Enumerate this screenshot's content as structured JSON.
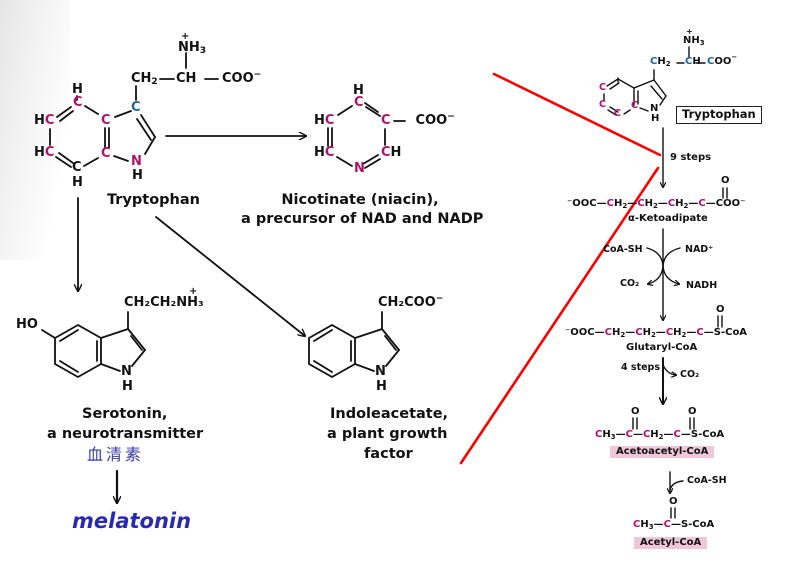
{
  "diagram": {
    "title": "Tryptophan metabolism",
    "left_panel": {
      "tryptophan": {
        "label": "Tryptophan",
        "nh3": "NH",
        "nh3_sub": "3",
        "charge_plus": "+",
        "side_chain": {
          "ch2": "CH",
          "ch2_sub": "2",
          "ch": "CH",
          "coo": "COO",
          "charge_minus": "−"
        },
        "ring_atoms": {
          "H": "H",
          "HC": "H",
          "C": "C",
          "N": "N"
        }
      },
      "nicotinate": {
        "label_line1": "Nicotinate (niacin),",
        "label_line2": "a precursor of NAD and NADP",
        "coo": "COO",
        "charge_minus": "−"
      },
      "serotonin": {
        "label_line1": "Serotonin,",
        "label_line2": "a neurotransmitter",
        "chinese_name": "血清素",
        "side_chain": "CH₂CH₂NH₃",
        "ho": "HO"
      },
      "indoleacetate": {
        "label_line1": "Indoleacetate,",
        "label_line2": "a plant growth",
        "label_line3": "factor",
        "side_chain": "CH₂COO"
      },
      "melatonin": {
        "label": "melatonin"
      }
    },
    "right_panel": {
      "tryptophan_box": "Tryptophan",
      "step1": "9 steps",
      "ketoadipate": {
        "formula_parts": [
          "⁻OOC—",
          "CH",
          "—",
          "CH₂",
          "—",
          "CH₂",
          "—",
          "C",
          "—COO⁻"
        ],
        "label": "α-Ketoadipate"
      },
      "cofactors_1": {
        "in_left": "CoA-SH",
        "in_right": "NAD⁺",
        "out_left": "CO₂",
        "out_right": "NADH"
      },
      "glutaryl": {
        "label": "Glutaryl-CoA",
        "tail": "—S-CoA"
      },
      "step2": "4 steps",
      "step2_out": "CO₂",
      "acetoacetyl": {
        "label": "Acetoacetyl-CoA",
        "tail": "—S-CoA"
      },
      "cofactor_2": "CoA-SH",
      "acetyl": {
        "label": "Acetyl-CoA",
        "tail": "—S-CoA"
      },
      "oxygen": "O"
    },
    "colors": {
      "magenta_carbon": "#b0126a",
      "blue_carbon": "#1a66a8",
      "highlight_pink": "#f0c6d9",
      "annotation_red": "#ff0000",
      "chinese_text": "#3a3aa8",
      "melatonin_text": "#2a2ab0"
    }
  }
}
